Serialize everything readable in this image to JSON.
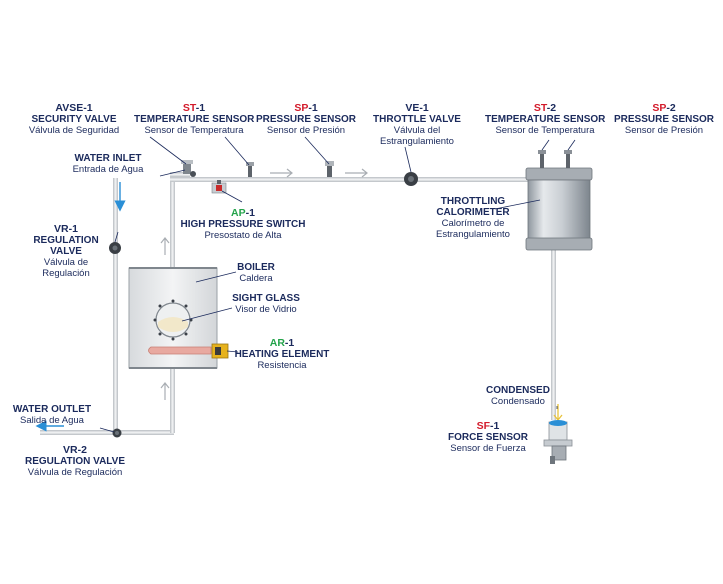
{
  "components": {
    "avse1": {
      "code": "AVSE-1",
      "name": "SECURITY VALVE",
      "name_es": "Válvula de Seguridad"
    },
    "st1": {
      "prefix": "ST",
      "suffix": "-1",
      "name": "TEMPERATURE SENSOR",
      "name_es": "Sensor de Temperatura"
    },
    "sp1": {
      "prefix": "SP",
      "suffix": "-1",
      "name": "PRESSURE SENSOR",
      "name_es": "Sensor de Presión"
    },
    "ve1": {
      "code": "VE-1",
      "name": "THROTTLE VALVE",
      "name_es_1": "Válvula del",
      "name_es_2": "Estrangulamiento"
    },
    "st2": {
      "prefix": "ST",
      "suffix": "-2",
      "name": "TEMPERATURE SENSOR",
      "name_es": "Sensor de Temperatura"
    },
    "sp2": {
      "prefix": "SP",
      "suffix": "-2",
      "name": "PRESSURE SENSOR",
      "name_es": "Sensor de Presión"
    },
    "water_inlet": {
      "name": "WATER INLET",
      "name_es": "Entrada de Agua"
    },
    "ap1": {
      "prefix": "AP",
      "suffix": "-1",
      "name": "HIGH PRESSURE SWITCH",
      "name_es": "Presostato de Alta"
    },
    "calorimeter": {
      "name_1": "THROTTLING",
      "name_2": "CALORIMETER",
      "name_es_1": "Calorímetro de",
      "name_es_2": "Estrangulamiento"
    },
    "vr1": {
      "code": "VR-1",
      "name_1": "REGULATION",
      "name_2": "VALVE",
      "name_es_1": "Válvula de",
      "name_es_2": "Regulación"
    },
    "boiler": {
      "name": "BOILER",
      "name_es": "Caldera"
    },
    "sight_glass": {
      "name": "SIGHT GLASS",
      "name_es": "Visor de Vidrio"
    },
    "ar1": {
      "prefix": "AR",
      "suffix": "-1",
      "name": "HEATING ELEMENT",
      "name_es": "Resistencia"
    },
    "water_outlet": {
      "name": "WATER OUTLET",
      "name_es": "Salida de Agua"
    },
    "vr2": {
      "code": "VR-2",
      "name": "REGULATION VALVE",
      "name_es": "Válvula de Regulación"
    },
    "condensed": {
      "name": "CONDENSED",
      "name_es": "Condensado"
    },
    "sf1": {
      "prefix": "SF",
      "suffix": "-1",
      "name": "FORCE SENSOR",
      "name_es": "Sensor de Fuerza"
    }
  },
  "colors": {
    "text": "#1b2a5c",
    "code_red": "#d31b2b",
    "code_green": "#23a34a",
    "water_arrow": "#2a8fd6",
    "condensed_arrow": "#e8c23a",
    "pipe": "#c9ced3"
  }
}
